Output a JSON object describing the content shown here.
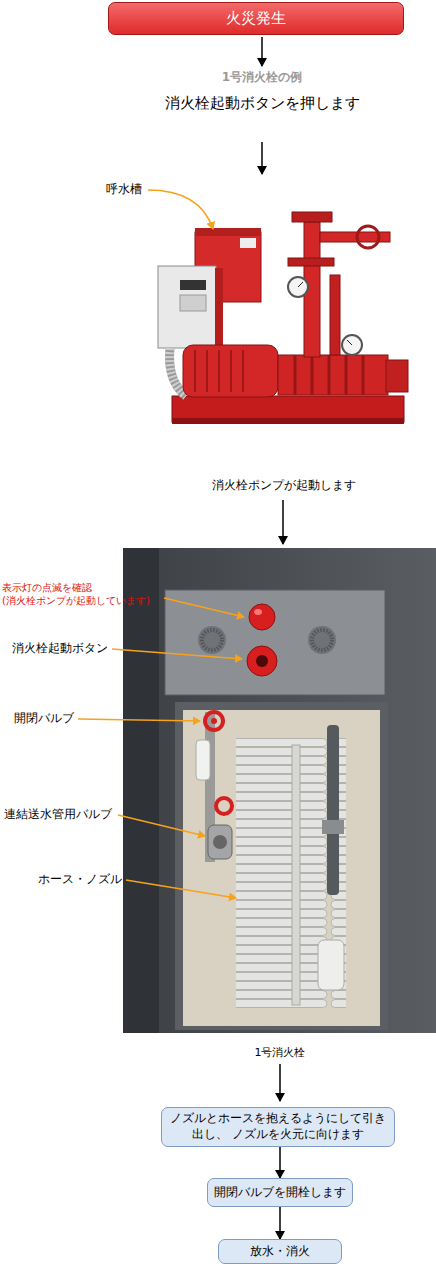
{
  "diagram": {
    "nodes": [
      {
        "text": [
          "火災発生"
        ]
      },
      {
        "text": [
          "ノズルとホースを抱えるようにして引き出し、 ノズルを火元に向けます"
        ]
      },
      {
        "text": [
          "開閉バルブを開栓します"
        ]
      },
      {
        "text": [
          "放水・消火"
        ]
      }
    ],
    "edges": [
      {
        "from": 1,
        "to": 2,
        "arrow": "to"
      },
      {
        "from": 2,
        "to": 3,
        "arrow": "to"
      }
    ],
    "labels": [
      "1号消火栓の例",
      "消火栓起動ボタンを押します",
      "呼水槽",
      "消火栓ポンプが起動します",
      "表示灯の点滅を確認 (消火栓ポンプが起動しています)",
      "消火栓起動ボタン",
      "開閉バルブ",
      "連結送水管用バルブ",
      "ホース・ノズル",
      "1号消火栓"
    ]
  }
}
